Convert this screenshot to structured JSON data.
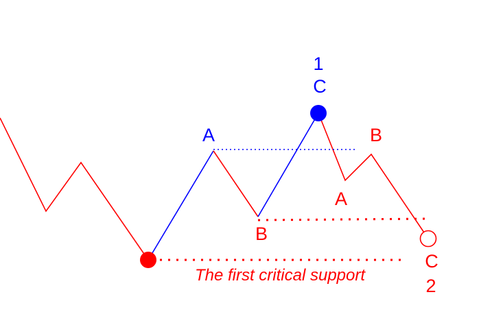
{
  "colors": {
    "red": "#ff0000",
    "blue": "#0000ff"
  },
  "labels": {
    "peak_number": "1",
    "peak_c": "C",
    "first_a_blue": "A",
    "first_b_red": "B",
    "second_b_red": "B",
    "second_a_red": "A",
    "end_c": "C",
    "end_number": "2"
  },
  "annotation": {
    "support_text": "The first critical support"
  }
}
